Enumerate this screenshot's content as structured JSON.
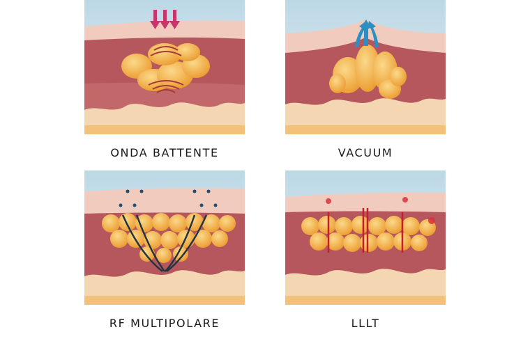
{
  "panels": [
    {
      "caption": "ONDA BATTENTE",
      "illustration": "acoustic-wave-illustration"
    },
    {
      "caption": "VACUUM",
      "illustration": "vacuum-suction-illustration"
    },
    {
      "caption": "RF MULTIPOLARE",
      "illustration": "multipolar-rf-illustration"
    },
    {
      "caption": "LLLT",
      "illustration": "low-level-laser-illustration"
    }
  ],
  "colors": {
    "sky": "#cfe4ee",
    "skin_surface": "#f3cfc2",
    "dermis": "#b8595f",
    "dermis_light": "#cf8a86",
    "fat": "#f0a43a",
    "fat_light": "#f8cf7d",
    "subcutaneous": "#f7dcb4",
    "arrow_pink": "#c7366b",
    "arrow_blue": "#2b8fc3",
    "rf_dark": "#243440",
    "laser_red": "#c41f2b"
  }
}
